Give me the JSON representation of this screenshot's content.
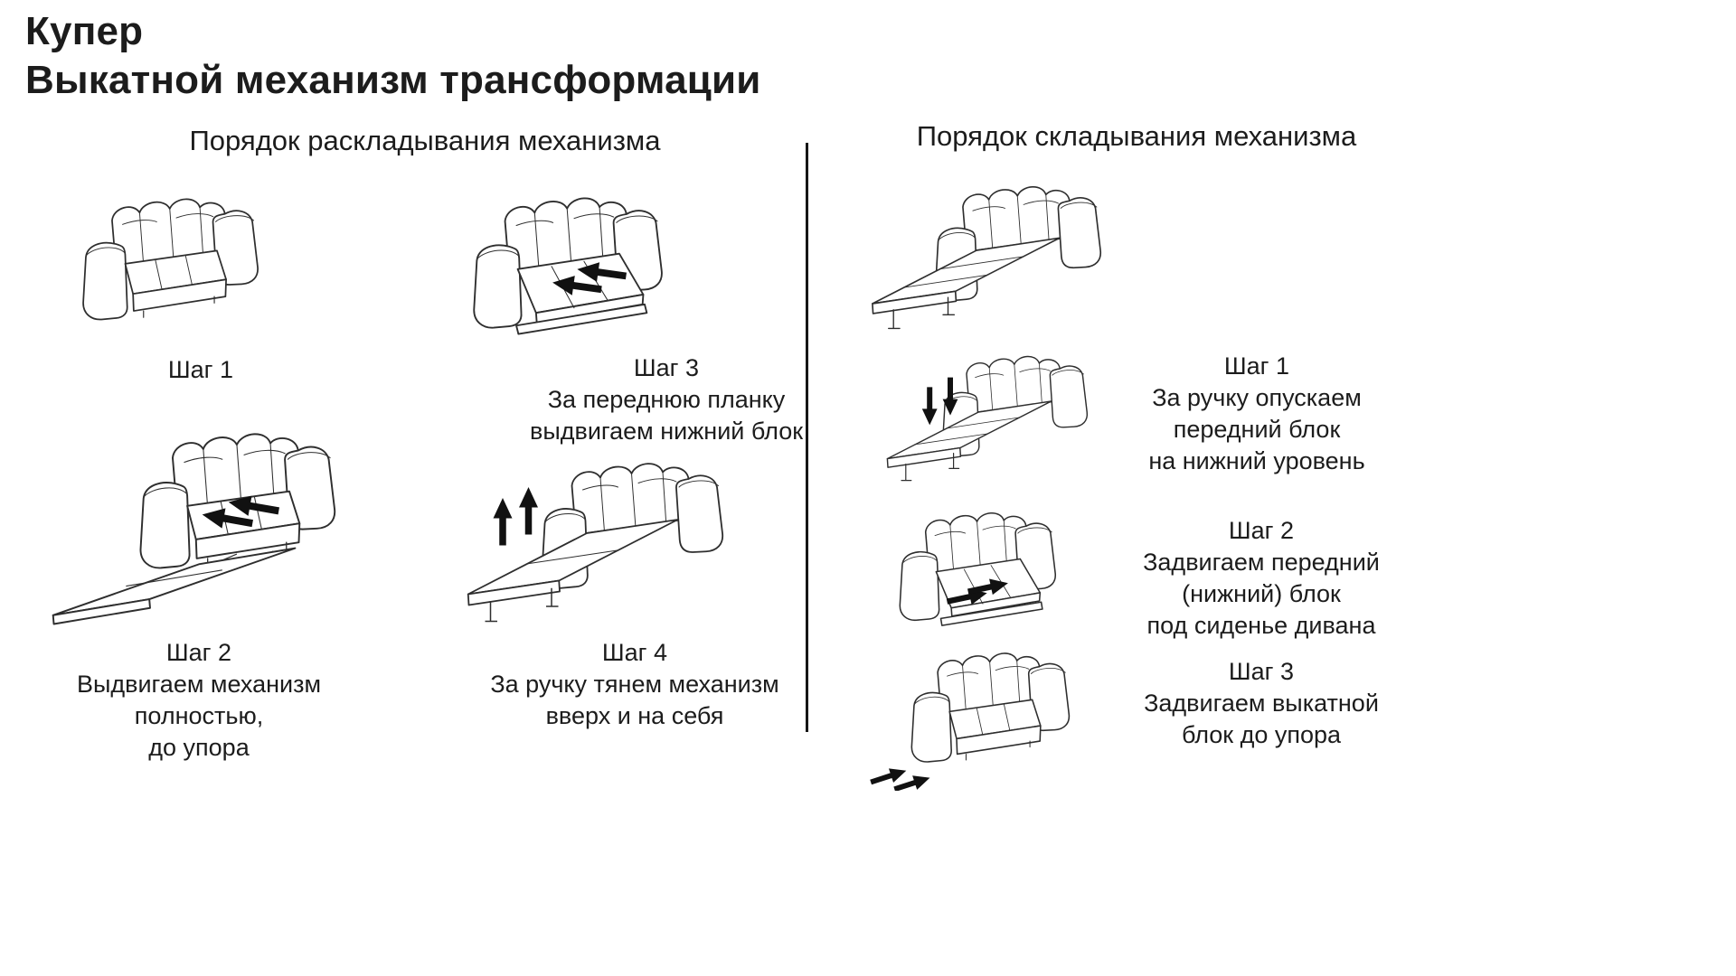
{
  "title": {
    "line1": "Купер",
    "line2": "Выкатной механизм трансформации"
  },
  "left_section": {
    "header": "Порядок раскладывания механизма",
    "steps": [
      {
        "label": "Шаг 1",
        "caption": ""
      },
      {
        "label": "Шаг 2",
        "caption": "Выдвигаем механизм полностью,\nдо упора"
      },
      {
        "label": "Шаг 3",
        "caption": "За переднюю планку\nвыдвигаем нижний блок"
      },
      {
        "label": "Шаг 4",
        "caption": "За ручку тянем механизм\nвверх и на себя"
      }
    ]
  },
  "right_section": {
    "header": "Порядок складывания механизма",
    "steps": [
      {
        "label": "Шаг 1",
        "caption": "За ручку опускаем\nпередний блок\nна нижний уровень"
      },
      {
        "label": "Шаг 2",
        "caption": "Задвигаем передний\n(нижний) блок\nпод сиденье дивана"
      },
      {
        "label": "Шаг 3",
        "caption": "Задвигаем выкатной\nблок до упора"
      }
    ]
  },
  "colors": {
    "line_art": "#2e2e2e",
    "arrow": "#111111",
    "text": "#1c1c1c"
  },
  "icons": {
    "arrow": "solid-direction-arrow"
  }
}
